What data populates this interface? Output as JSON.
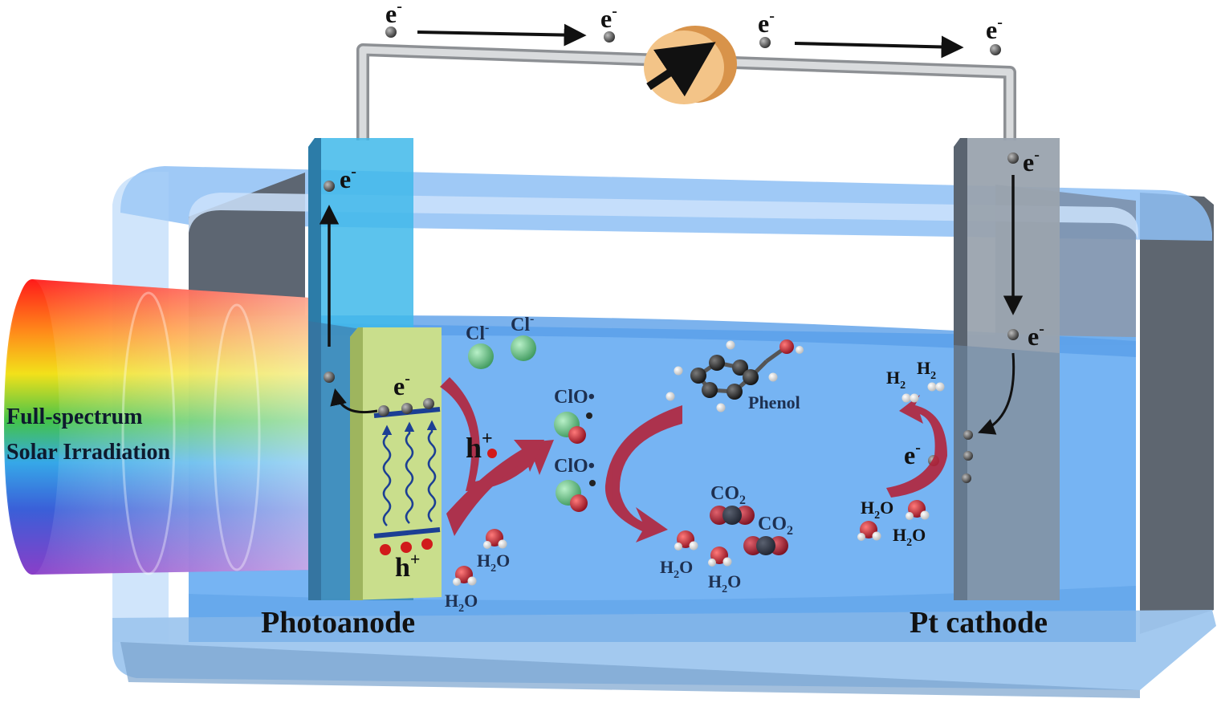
{
  "electron": {
    "symbol": "e",
    "charge": "-"
  },
  "hole": {
    "symbol": "h",
    "charge": "+"
  },
  "chloride": {
    "symbol": "Cl",
    "charge": "-"
  },
  "radical": "ClO•",
  "water": {
    "main": "H",
    "sub": "2",
    "tail": "O"
  },
  "co2": {
    "main": "CO",
    "sub": "2"
  },
  "hydrogen": {
    "main": "H",
    "sub": "2"
  },
  "phenol_label": "Phenol",
  "light_label_line1": "Full-spectrum",
  "light_label_line2": "Solar Irradiation",
  "photoanode_label": "Photoanode",
  "cathode_label": "Pt cathode",
  "colors": {
    "water_fill": "#6fb0f2",
    "photoanode_plate": "#c9de8c",
    "arrow_red": "#b3243b",
    "wire": "#c7c9cb",
    "meter": "#f3c488",
    "oxygen": "#c0202e",
    "chlorine": "#6cc08a",
    "carbon": "#2b2b2b"
  }
}
